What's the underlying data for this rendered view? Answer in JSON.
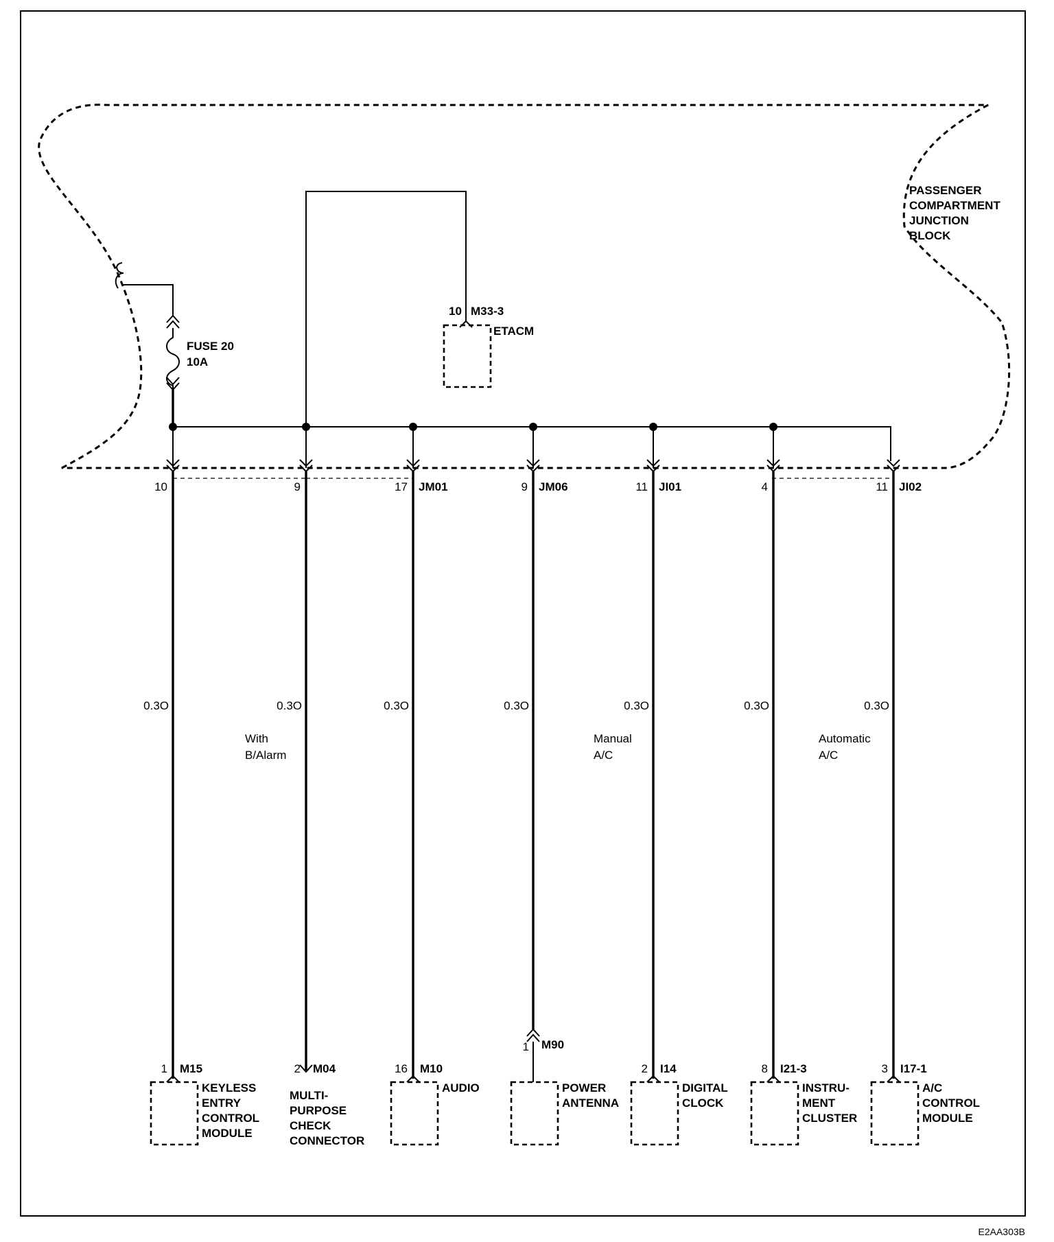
{
  "figure_id": "E2AA303B",
  "junction_block": {
    "label_lines": [
      "PASSENGER",
      "COMPARTMENT",
      "JUNCTION",
      "BLOCK"
    ]
  },
  "fuse": {
    "name": "FUSE 20",
    "rating": "10A"
  },
  "etacm": {
    "pin": "10",
    "connector": "M33-3",
    "label": "ETACM"
  },
  "branches": [
    {
      "top_pin": "10",
      "top_conn": "",
      "wire": "0.3O",
      "bottom_pin": "1",
      "bottom_conn": "M15",
      "component_lines": [
        "KEYLESS",
        "ENTRY",
        "CONTROL",
        "MODULE"
      ]
    },
    {
      "top_pin": "9",
      "top_conn": "",
      "wire": "0.3O",
      "bottom_pin": "2",
      "bottom_conn": "M04",
      "component_lines": [
        "MULTI-",
        "PURPOSE",
        "CHECK",
        "CONNECTOR"
      ]
    },
    {
      "top_pin": "17",
      "top_conn": "JM01",
      "wire": "0.3O",
      "bottom_pin": "16",
      "bottom_conn": "M10",
      "component_lines": [
        "AUDIO"
      ]
    },
    {
      "top_pin": "9",
      "top_conn": "JM06",
      "wire": "0.3O",
      "bottom_pin": "1",
      "bottom_conn": "M90",
      "component_lines": [
        "POWER",
        "ANTENNA"
      ]
    },
    {
      "top_pin": "11",
      "top_conn": "JI01",
      "wire": "0.3O",
      "bottom_pin": "2",
      "bottom_conn": "I14",
      "component_lines": [
        "DIGITAL",
        "CLOCK"
      ]
    },
    {
      "top_pin": "4",
      "top_conn": "",
      "wire": "0.3O",
      "bottom_pin": "8",
      "bottom_conn": "I21-3",
      "component_lines": [
        "INSTRU-",
        "MENT",
        "CLUSTER"
      ]
    },
    {
      "top_pin": "11",
      "top_conn": "JI02",
      "wire": "0.3O",
      "bottom_pin": "3",
      "bottom_conn": "I17-1",
      "component_lines": [
        "A/C",
        "CONTROL",
        "MODULE"
      ]
    }
  ],
  "conditions": {
    "b_alarm": [
      "With",
      "B/Alarm"
    ],
    "manual_ac": [
      "Manual",
      "A/C"
    ],
    "auto_ac": [
      "Automatic",
      "A/C"
    ]
  }
}
